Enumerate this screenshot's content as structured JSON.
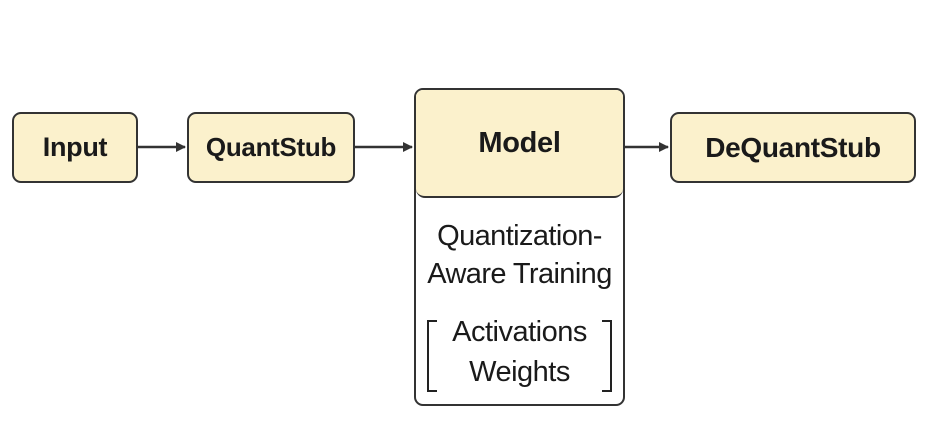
{
  "diagram": {
    "nodes": {
      "input": "Input",
      "quantstub": "QuantStub",
      "model": "Model",
      "dequantstub": "DeQuantStub"
    },
    "model_detail": {
      "lines": [
        "Quantization-",
        "Aware Training"
      ],
      "params": [
        "Activations",
        "Weights"
      ]
    },
    "edges": [
      {
        "from": "Input",
        "to": "QuantStub"
      },
      {
        "from": "QuantStub",
        "to": "Model"
      },
      {
        "from": "Model",
        "to": "DeQuantStub"
      }
    ],
    "colors": {
      "node_fill": "#fbf1cc",
      "stroke": "#333333"
    }
  }
}
